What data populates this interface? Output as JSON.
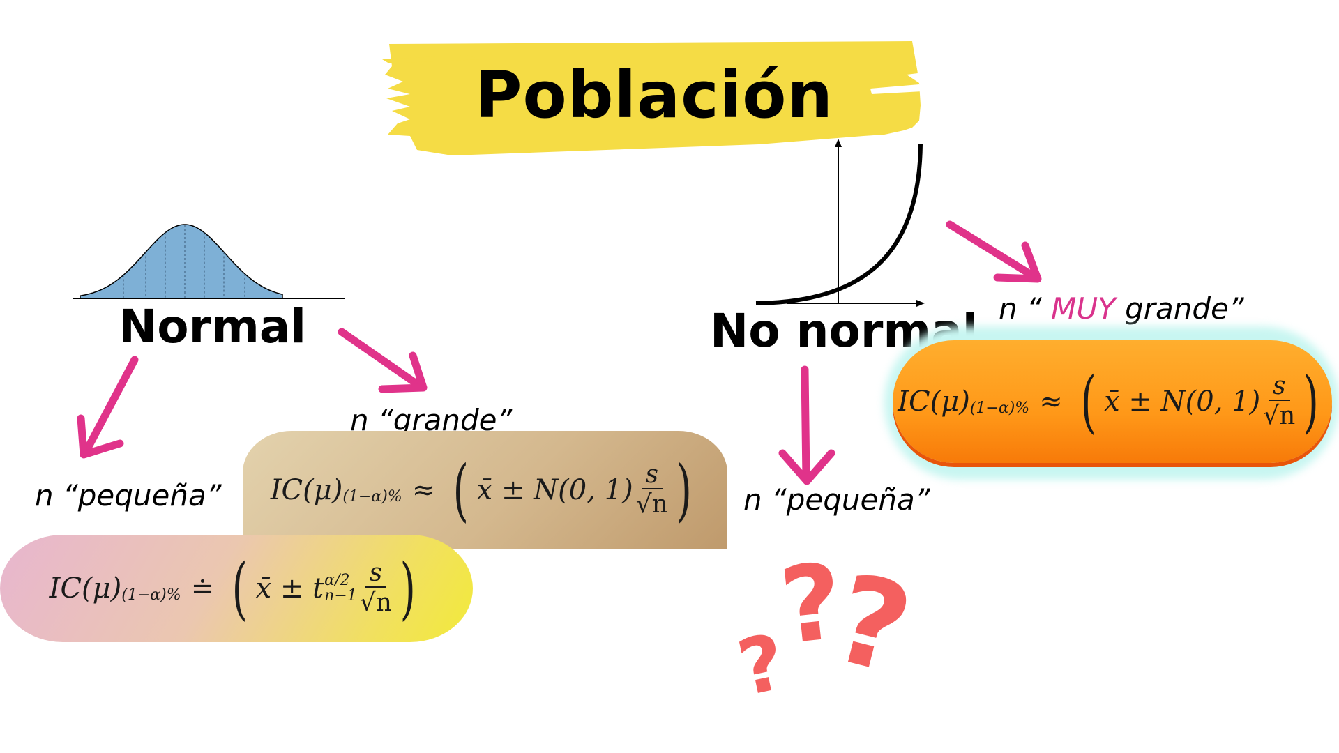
{
  "title": "Población",
  "normal": {
    "heading": "Normal",
    "label_small": "n “pequeña”",
    "label_large": "n “grande”",
    "formula_small": {
      "lhs": "IC(μ)",
      "lhs_sub": "(1−α)%",
      "relation": "≐",
      "open": "(",
      "center": "x̄ ± t",
      "t_sup": "α/2",
      "t_sub": "n−1",
      "frac_num": "s",
      "frac_den": "√n",
      "close": ")"
    },
    "formula_large": {
      "lhs": "IC(μ)",
      "lhs_sub": "(1−α)%",
      "relation": "≈",
      "open": "(",
      "center": "x̄ ± N(0, 1)",
      "frac_num": "s",
      "frac_den": "√n",
      "close": ")"
    }
  },
  "no_normal": {
    "heading": "No normal",
    "label_small": "n “pequeña”",
    "label_very_large_prefix": "n “ ",
    "label_very_large_accent": "MUY",
    "label_very_large_suffix": " grande”",
    "formula_very_large": {
      "lhs": "IC(μ)",
      "lhs_sub": "(1−α)%",
      "relation": "≈",
      "open": "(",
      "center": "x̄ ± N(0, 1)",
      "frac_num": "s",
      "frac_den": "√n",
      "close": ")"
    },
    "unknown_marks": [
      "?",
      "?",
      "?"
    ]
  },
  "colors": {
    "title_highlight": "#f5dc45",
    "arrow": "#e0338a",
    "accent_text": "#d9338c",
    "bell_fill": "#7eb0d6",
    "question_marks": "#f4605f",
    "pill_orange": "#ff9818",
    "pill_glow": "#c8f6f1"
  }
}
